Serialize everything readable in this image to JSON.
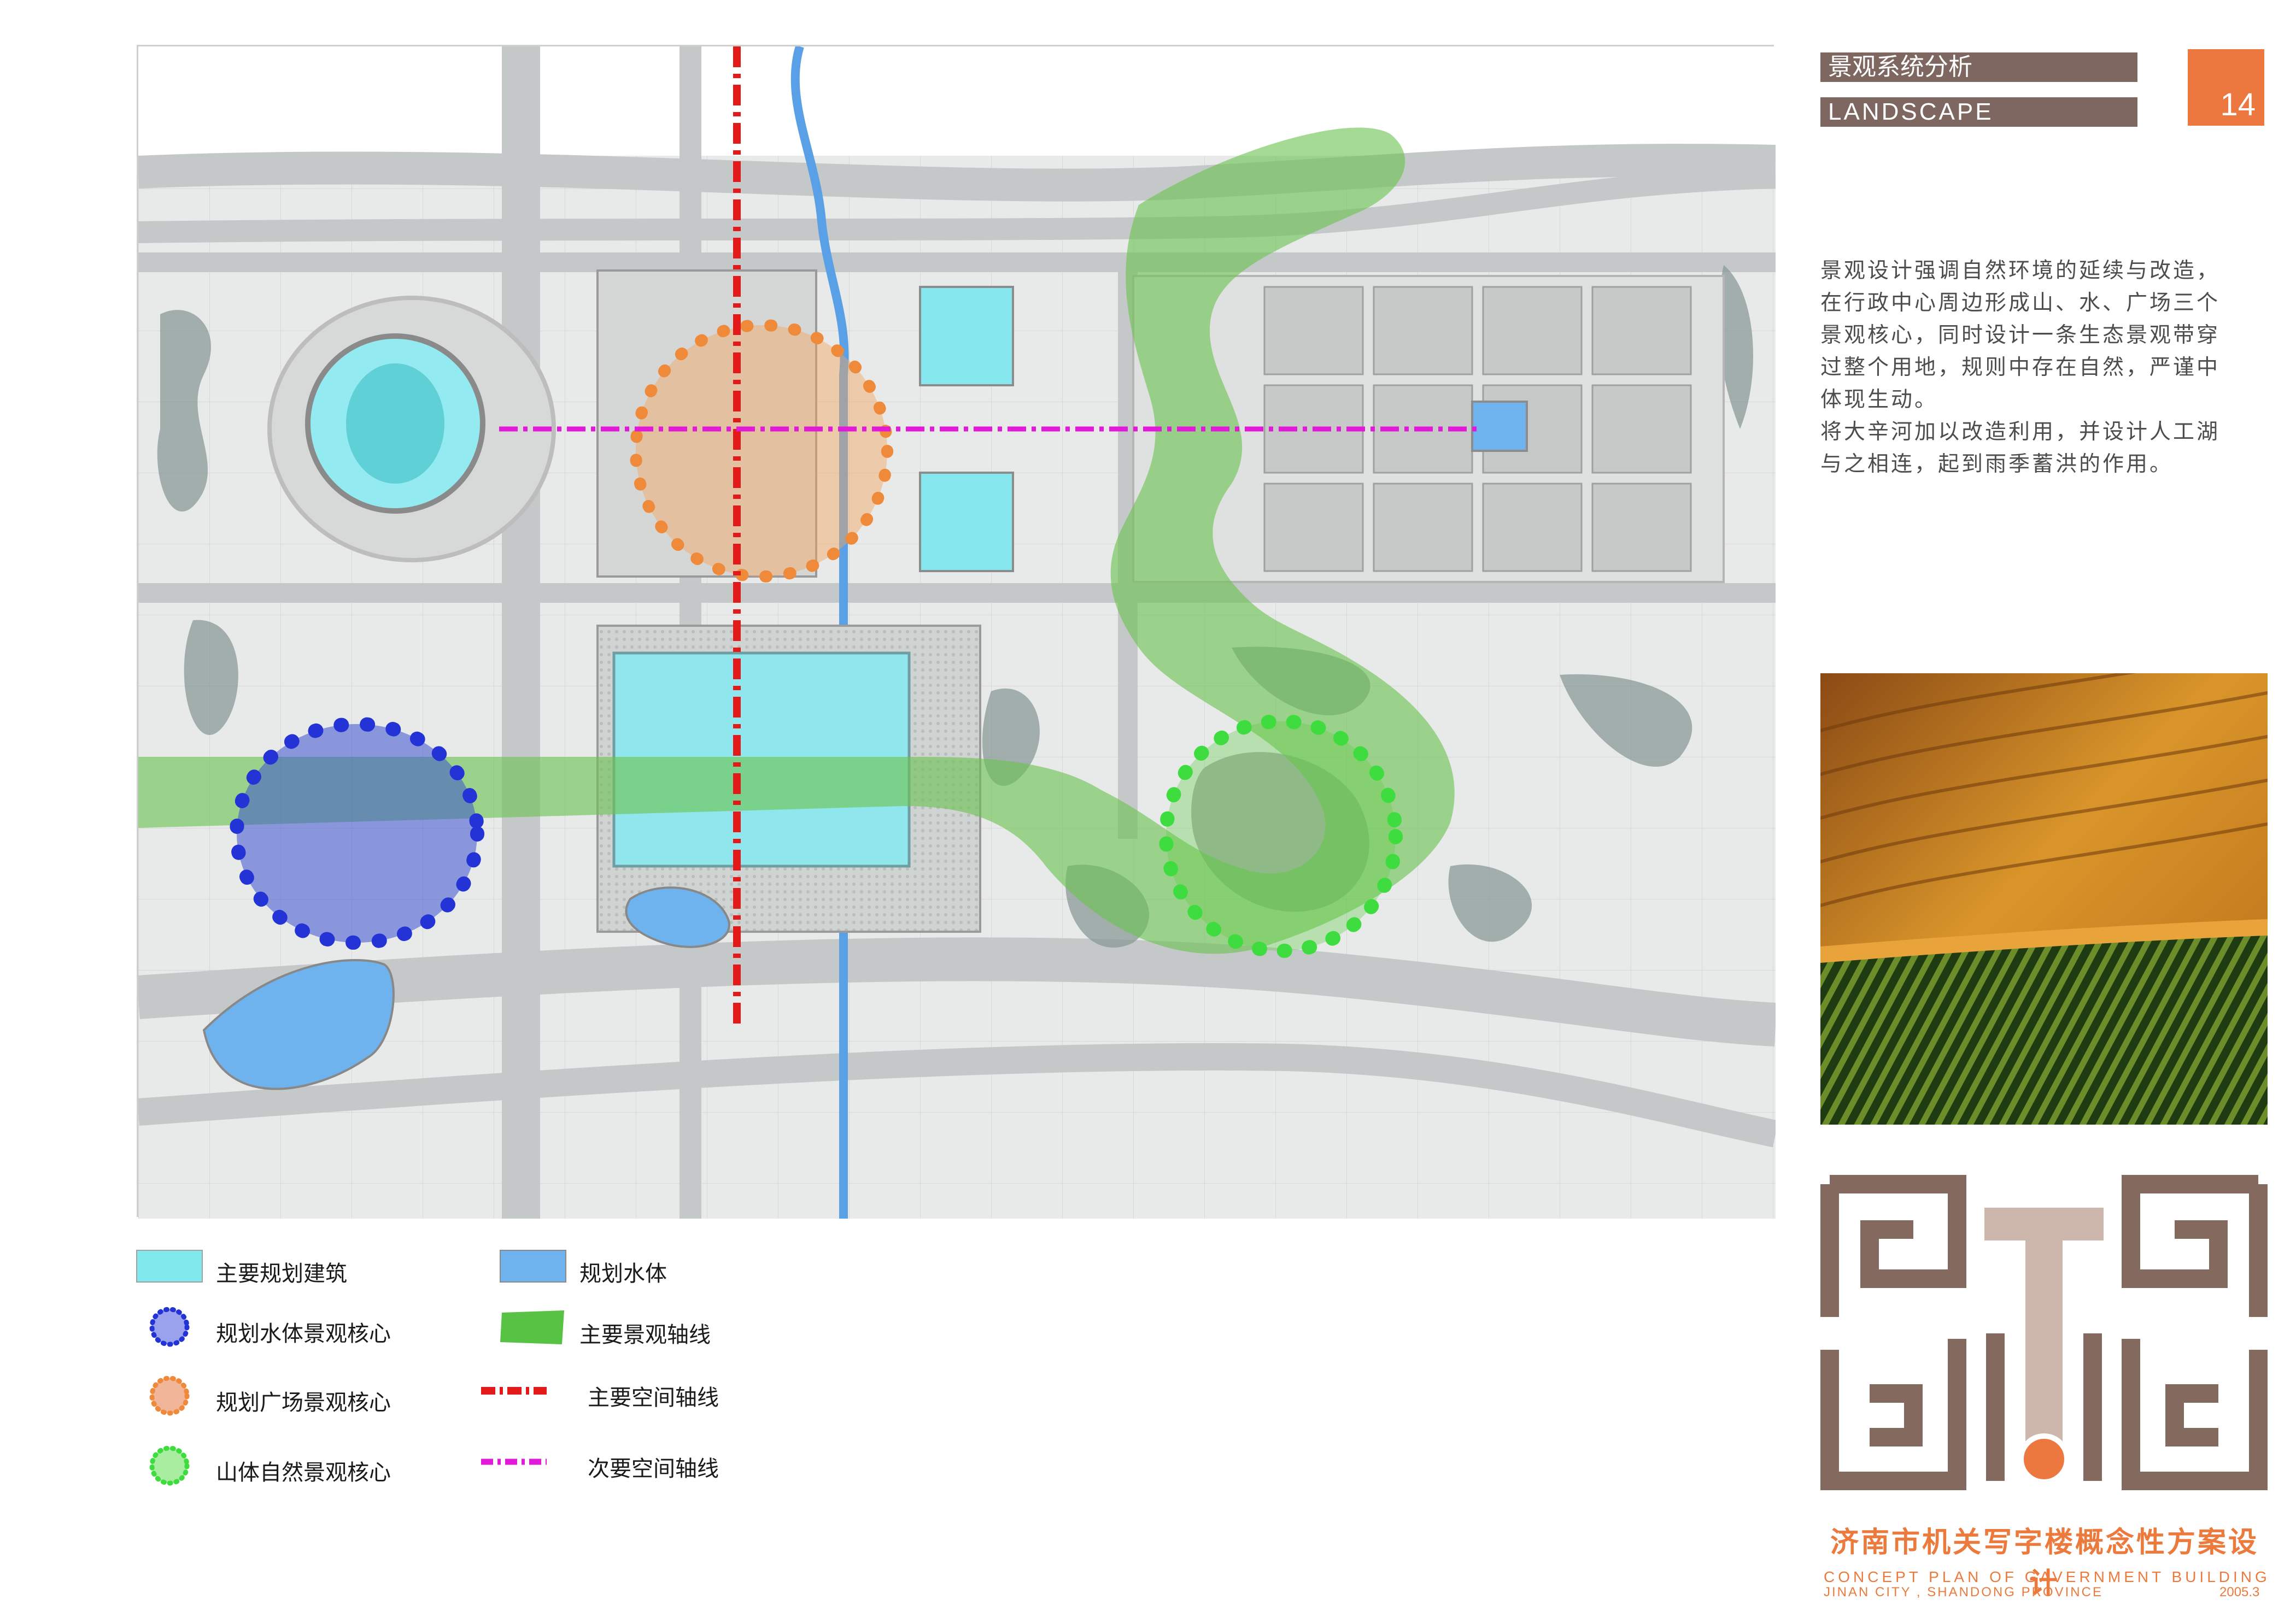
{
  "header": {
    "title_cn": "景观系统分析",
    "title_en": "LANDSCAPE",
    "page_number": "14"
  },
  "description": [
    "景观设计强调自然环境的延续与改造，",
    "在行政中心周边形成山、水、广场三个",
    "景观核心，同时设计一条生态景观带穿",
    "过整个用地，规则中存在自然，严谨中",
    "体现生动。",
    "将大辛河加以改造利用，并设计人工湖",
    "与之相连，起到雨季蓄洪的作用。"
  ],
  "legend": {
    "items": [
      {
        "label": "主要规划建筑",
        "symbol": "building",
        "color": "#7fe9ee"
      },
      {
        "label": "规划水体",
        "symbol": "water",
        "color": "#6fb3ee"
      },
      {
        "label": "规划水体景观核心",
        "symbol": "water-core",
        "color": "#2333d6"
      },
      {
        "label": "主要景观轴线",
        "symbol": "green-axis",
        "color": "#58c244"
      },
      {
        "label": "规划广场景观核心",
        "symbol": "plaza-core",
        "color": "#ef8a3a"
      },
      {
        "label": "主要空间轴线",
        "symbol": "red-axis",
        "color": "#e21a1a"
      },
      {
        "label": "山体自然景观核心",
        "symbol": "mountain-core",
        "color": "#3fdc3f"
      },
      {
        "label": "次要空间轴线",
        "symbol": "magenta-axis",
        "color": "#e01ad6"
      }
    ]
  },
  "brand": {
    "name_cn": "济南市机关写字楼概念性方案设计",
    "name_en": "CONCEPT PLAN OF GAVERNMENT BUILDING",
    "location": "JINAN CITY , SHANDONG PROVINCE",
    "date": "2005.3"
  },
  "colors": {
    "header_bar": "#7d6760",
    "accent": "#ec7840",
    "logo_brown": "#84695f",
    "logo_light": "#cdb7ac"
  }
}
